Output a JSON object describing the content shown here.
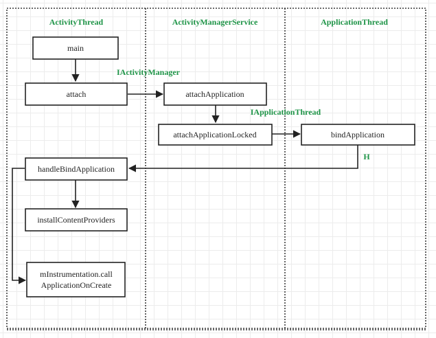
{
  "colors": {
    "label_green": "#1e9447",
    "stroke": "#222222"
  },
  "lanes": {
    "activity_thread": "ActivityThread",
    "activity_manager_service": "ActivityManagerService",
    "application_thread": "ApplicationThread"
  },
  "nodes": {
    "main": "main",
    "attach": "attach",
    "attach_application": "attachApplication",
    "attach_application_locked": "attachApplicationLocked",
    "bind_application": "bindApplication",
    "handle_bind_application": "handleBindApplication",
    "install_content_providers": "installContentProviders",
    "call_app_on_create_line1": "mInstrumentation.call",
    "call_app_on_create_line2": "ApplicationOnCreate"
  },
  "edge_labels": {
    "iactivity_manager": "IActivityManager",
    "iapplication_thread": "IApplicationThread",
    "h": "H"
  }
}
